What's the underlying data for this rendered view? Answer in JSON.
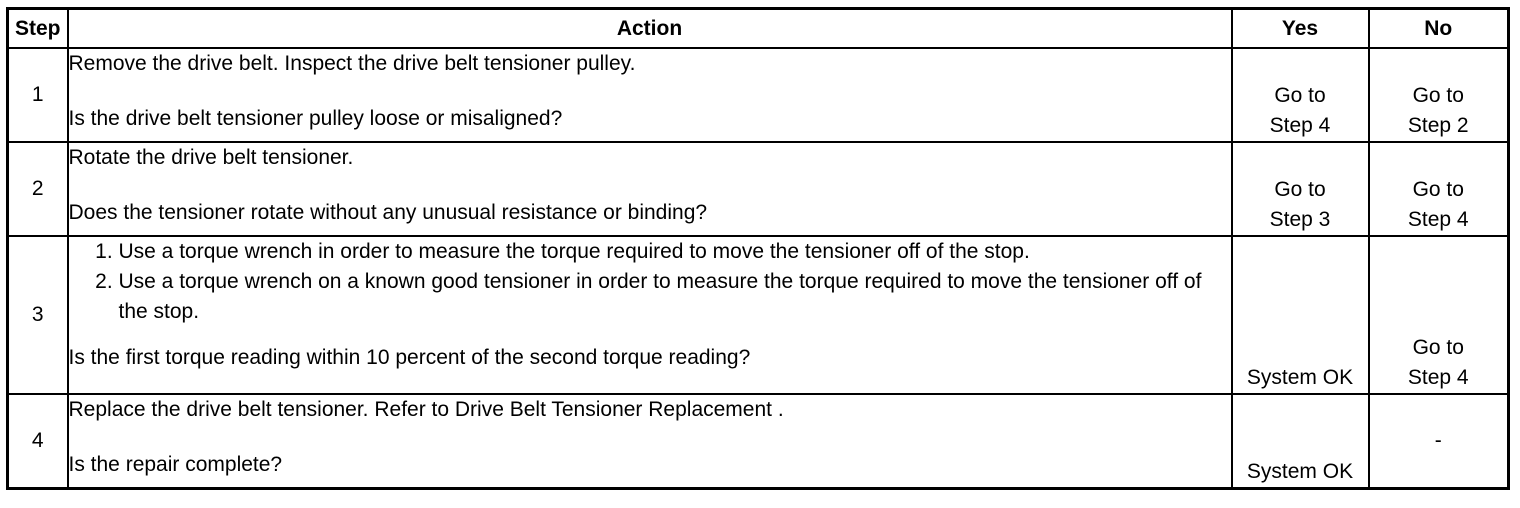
{
  "headers": {
    "step": "Step",
    "action": "Action",
    "yes": "Yes",
    "no": "No"
  },
  "rows": [
    {
      "step": "1",
      "action_text": "Remove the drive belt. Inspect the drive belt tensioner pulley.",
      "question": "Is the drive belt tensioner pulley loose or misaligned?",
      "yes_line1": "Go to",
      "yes_line2": "Step 4",
      "no_line1": "Go to",
      "no_line2": "Step 2"
    },
    {
      "step": "2",
      "action_text": "Rotate the drive belt tensioner.",
      "question": "Does the tensioner rotate without any unusual resistance or binding?",
      "yes_line1": "Go to",
      "yes_line2": "Step 3",
      "no_line1": "Go to",
      "no_line2": "Step 4"
    },
    {
      "step": "3",
      "action_items": [
        "Use a torque wrench in order to measure the torque required to move the tensioner off of the stop.",
        "Use a torque wrench on a known good tensioner in order to measure the torque required to move the tensioner off of the stop."
      ],
      "question": "Is the first torque reading within 10 percent of the second torque reading?",
      "yes_line1": "System OK",
      "no_line1": "Go to",
      "no_line2": "Step 4"
    },
    {
      "step": "4",
      "action_text": "Replace the drive belt tensioner. Refer to Drive Belt Tensioner Replacement .",
      "question": "Is the repair complete?",
      "yes_line1": "System OK",
      "no_line1": "-"
    }
  ]
}
